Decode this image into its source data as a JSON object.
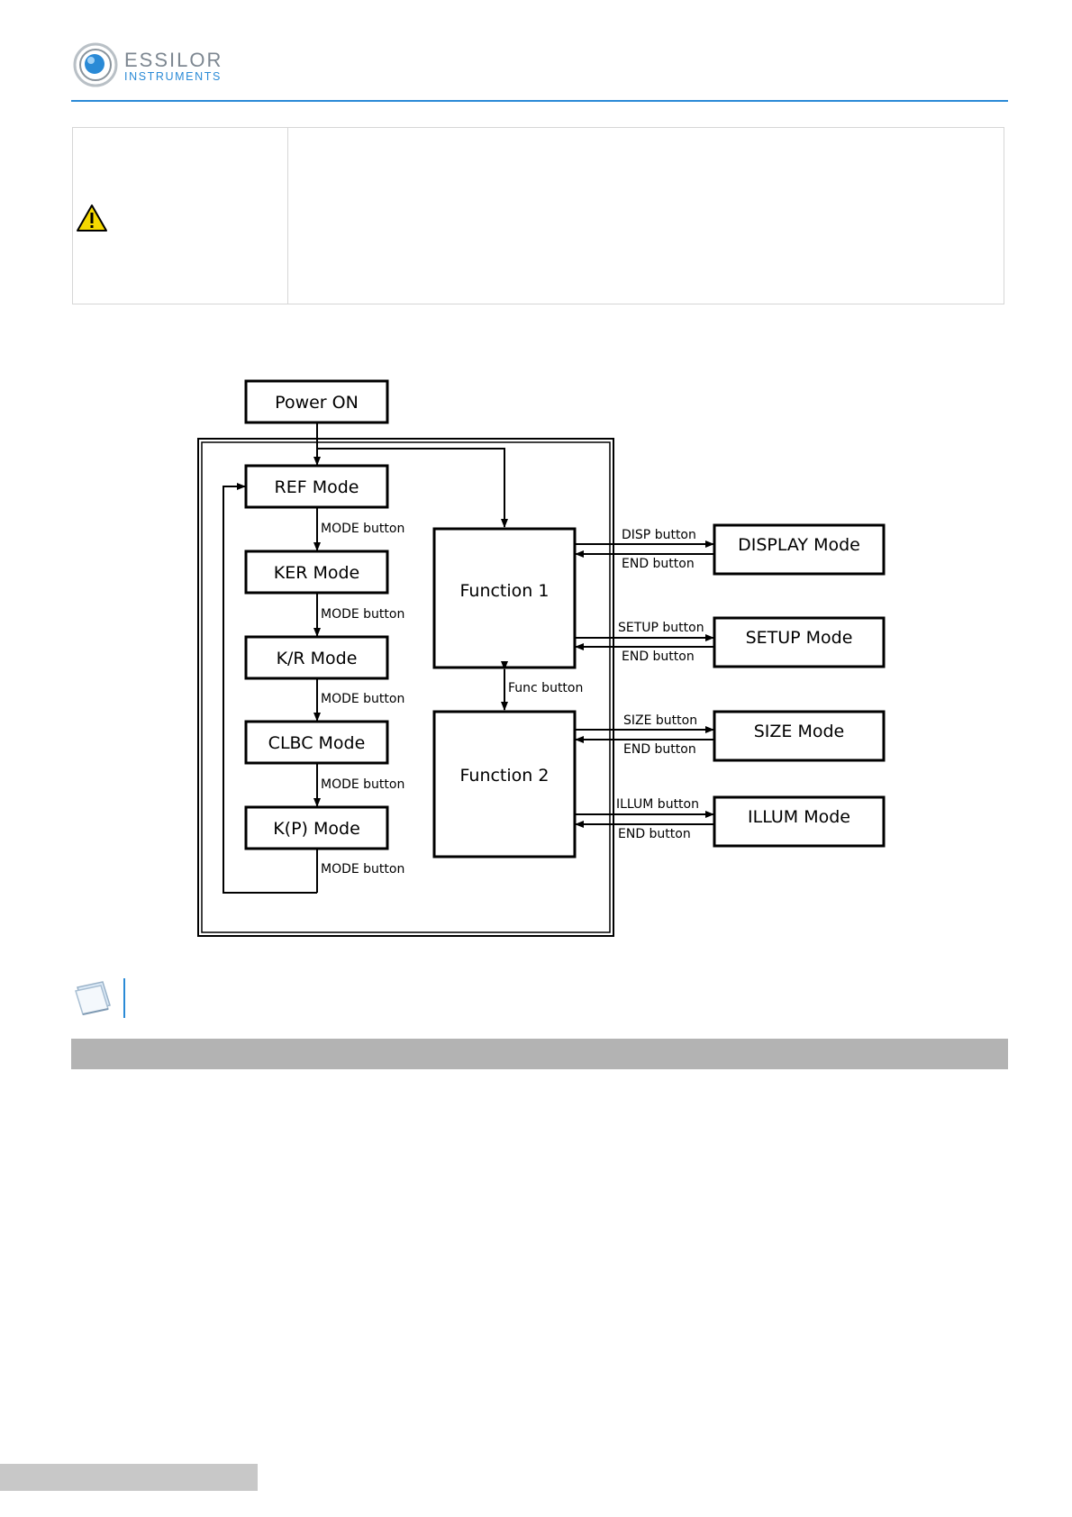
{
  "header": {
    "brand": "ESSILOR",
    "subbrand": "INSTRUMENTS",
    "accent_color": "#2a8ad6"
  },
  "warning": {
    "icon": "warning-triangle-icon",
    "text": ""
  },
  "diagram": {
    "power_on": "Power ON",
    "modes": [
      "REF Mode",
      "KER Mode",
      "K/R Mode",
      "CLBC Mode",
      "K(P) Mode"
    ],
    "mode_button": "MODE button",
    "function1": "Function 1",
    "function2": "Function 2",
    "func_button": "Func button",
    "display_mode": "DISPLAY Mode",
    "setup_mode": "SETUP Mode",
    "size_mode": "SIZE Mode",
    "illum_mode": "ILLUM Mode",
    "disp_button": "DISP button",
    "setup_button": "SETUP button",
    "size_button": "SIZE button",
    "illum_button": "ILLUM button",
    "end_button": "END button"
  },
  "note": {
    "icon": "note-icon"
  }
}
